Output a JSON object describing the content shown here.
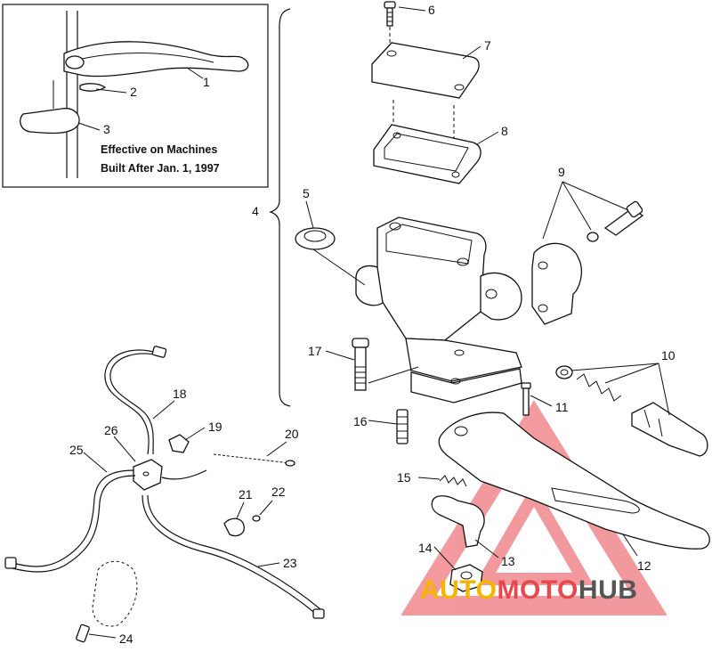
{
  "inset": {
    "note_line1": "Effective on Machines",
    "note_line2": "Built After Jan. 1, 1997"
  },
  "callouts": {
    "c1": "1",
    "c2": "2",
    "c3": "3",
    "c4": "4",
    "c5": "5",
    "c6": "6",
    "c7": "7",
    "c8": "8",
    "c9": "9",
    "c10": "10",
    "c11": "11",
    "c12": "12",
    "c13": "13",
    "c14": "14",
    "c15": "15",
    "c16": "16",
    "c17": "17",
    "c18": "18",
    "c19": "19",
    "c20": "20",
    "c21": "21",
    "c22": "22",
    "c23": "23",
    "c24": "24",
    "c25": "25",
    "c26": "26"
  },
  "watermark": {
    "part_a": "AUTO",
    "part_b": "MOTO",
    "part_c": "HUB",
    "color_a": "#f5b400",
    "color_b": "#e8474e",
    "color_c": "#555555"
  }
}
